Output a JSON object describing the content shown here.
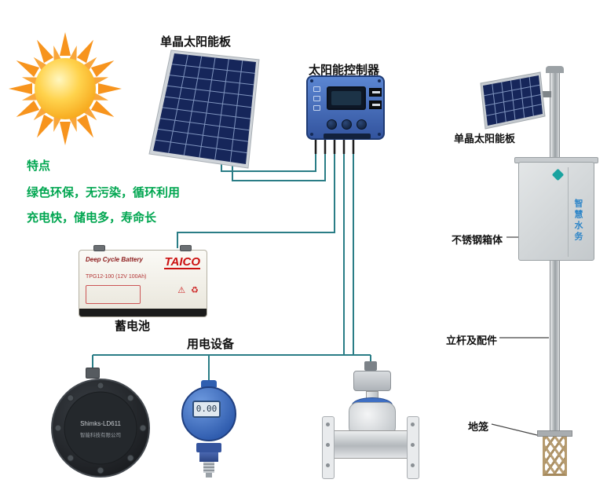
{
  "colors": {
    "wire_teal": "#2a7d86",
    "feature_green": "#00a650",
    "battery_red": "#cc1111",
    "panel_blue": "#16265a",
    "controller_blue": "#3f6cc0"
  },
  "labels": {
    "panel_main": "单晶太阳能板",
    "controller": "太阳能控制器",
    "battery": "蓄电池",
    "load": "用电设备",
    "panel_pole": "单晶太阳能板",
    "steel_box": "不锈钢箱体",
    "pole": "立杆及配件",
    "ground_cage": "地笼"
  },
  "features": {
    "title": "特点",
    "line1": "绿色环保，无污染，循环利用",
    "line2": "充电快，储电多，寿命长"
  },
  "battery": {
    "series": "Deep Cycle Battery",
    "brand": "TAICO",
    "spec": "TPG12-100 (12V 100Ah)"
  },
  "sensor": {
    "model": "Shimks-LD611",
    "maker": "智能科技有限公司"
  },
  "transmitter": {
    "reading": "0.00"
  },
  "cabinet": {
    "side_text": "智慧水务"
  }
}
